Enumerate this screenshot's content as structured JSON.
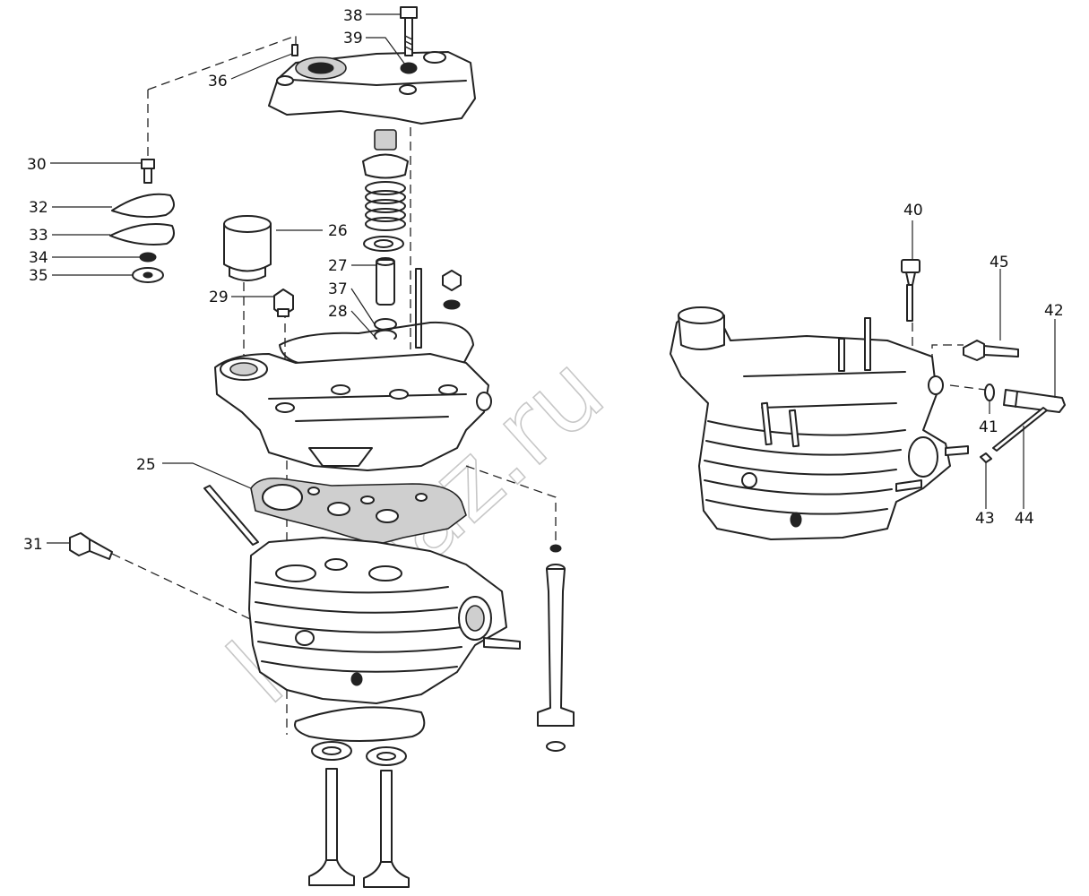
{
  "watermark": "kamaz.ru",
  "corner_code": "",
  "callouts": [
    {
      "id": "25",
      "text": "25"
    },
    {
      "id": "26",
      "text": "26"
    },
    {
      "id": "27",
      "text": "27"
    },
    {
      "id": "28",
      "text": "28"
    },
    {
      "id": "29",
      "text": "29"
    },
    {
      "id": "30",
      "text": "30"
    },
    {
      "id": "31",
      "text": "31"
    },
    {
      "id": "32",
      "text": "32"
    },
    {
      "id": "33",
      "text": "33"
    },
    {
      "id": "34",
      "text": "34"
    },
    {
      "id": "35",
      "text": "35"
    },
    {
      "id": "36",
      "text": "36"
    },
    {
      "id": "37",
      "text": "37"
    },
    {
      "id": "38",
      "text": "38"
    },
    {
      "id": "39",
      "text": "39"
    },
    {
      "id": "40",
      "text": "40"
    },
    {
      "id": "41",
      "text": "41"
    },
    {
      "id": "42",
      "text": "42"
    },
    {
      "id": "43",
      "text": "43"
    },
    {
      "id": "44",
      "text": "44"
    },
    {
      "id": "45",
      "text": "45"
    }
  ]
}
